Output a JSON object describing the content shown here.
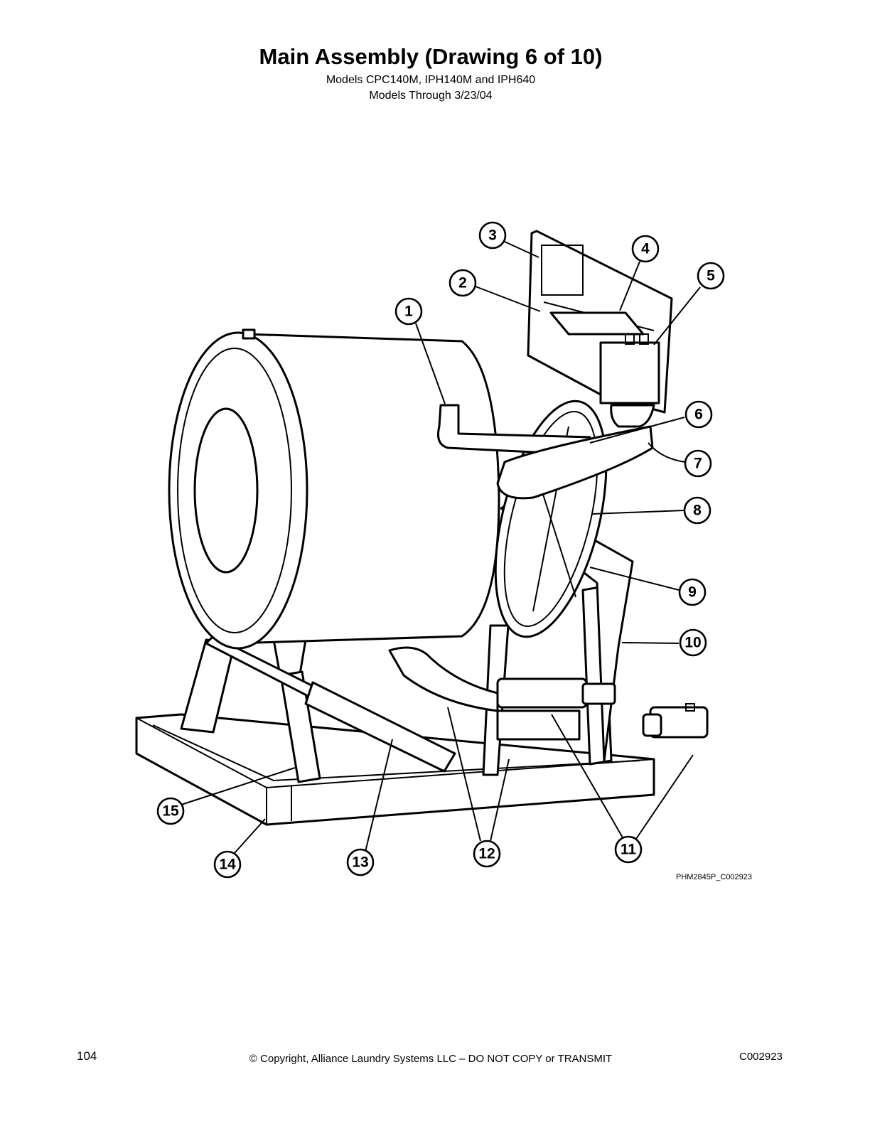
{
  "header": {
    "title": "Main Assembly (Drawing 6 of 10)",
    "models_line": "Models CPC140M, IPH140M and IPH640",
    "date_line": "Models Through 3/23/04"
  },
  "callouts": [
    "1",
    "2",
    "3",
    "4",
    "5",
    "6",
    "7",
    "8",
    "9",
    "10",
    "11",
    "12",
    "13",
    "14",
    "15"
  ],
  "figure_id": "PHM2845P_C002923",
  "footer": {
    "page_number": "104",
    "copyright": "© Copyright, Alliance Laundry Systems LLC – DO NOT COPY or TRANSMIT",
    "doc_code": "C002923"
  }
}
